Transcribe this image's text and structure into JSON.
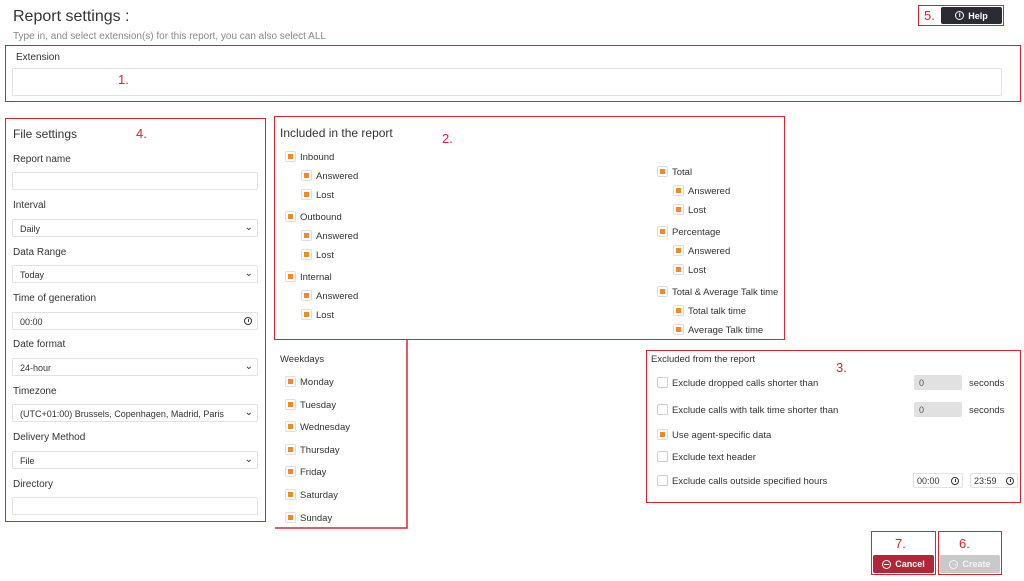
{
  "header": {
    "title": "Report settings :",
    "subtitle": "Type in, and select extension(s) for this report, you can also select ALL",
    "help_label": "Help"
  },
  "markers": [
    "1.",
    "2.",
    "3.",
    "4.",
    "5.",
    "6.",
    "7."
  ],
  "extension": {
    "label": "Extension",
    "value": ""
  },
  "file_settings": {
    "title": "File settings",
    "report_name_label": "Report name",
    "report_name_value": "",
    "interval_label": "Interval",
    "interval_value": "Daily",
    "data_range_label": "Data Range",
    "data_range_value": "Today",
    "time_label": "Time of generation",
    "time_value": "00:00",
    "date_format_label": "Date format",
    "date_format_value": "24-hour",
    "timezone_label": "Timezone",
    "timezone_value": "(UTC+01:00) Brussels, Copenhagen, Madrid, Paris",
    "delivery_label": "Delivery Method",
    "delivery_value": "File",
    "directory_label": "Directory",
    "directory_value": ""
  },
  "included": {
    "title": "Included in the report",
    "left": [
      {
        "label": "Inbound",
        "checked": true,
        "children": [
          {
            "label": "Answered",
            "checked": true
          },
          {
            "label": "Lost",
            "checked": true
          }
        ]
      },
      {
        "label": "Outbound",
        "checked": true,
        "children": [
          {
            "label": "Answered",
            "checked": true
          },
          {
            "label": "Lost",
            "checked": true
          }
        ]
      },
      {
        "label": "Internal",
        "checked": true,
        "children": [
          {
            "label": "Answered",
            "checked": true
          },
          {
            "label": "Lost",
            "checked": true
          }
        ]
      }
    ],
    "right": [
      {
        "label": "Total",
        "checked": true,
        "children": [
          {
            "label": "Answered",
            "checked": true
          },
          {
            "label": "Lost",
            "checked": true
          }
        ]
      },
      {
        "label": "Percentage",
        "checked": true,
        "children": [
          {
            "label": "Answered",
            "checked": true
          },
          {
            "label": "Lost",
            "checked": true
          }
        ]
      },
      {
        "label": "Total & Average Talk time",
        "checked": true,
        "children": [
          {
            "label": "Total talk time",
            "checked": true
          },
          {
            "label": "Average Talk time",
            "checked": true
          }
        ]
      }
    ]
  },
  "weekdays": {
    "title": "Weekdays",
    "days": [
      {
        "label": "Monday",
        "checked": true
      },
      {
        "label": "Tuesday",
        "checked": true
      },
      {
        "label": "Wednesday",
        "checked": true
      },
      {
        "label": "Thursday",
        "checked": true
      },
      {
        "label": "Friday",
        "checked": true
      },
      {
        "label": "Saturday",
        "checked": true
      },
      {
        "label": "Sunday",
        "checked": true
      }
    ]
  },
  "excluded": {
    "title": "Excluded from the report",
    "dropped_label": "Exclude dropped calls shorter than",
    "dropped_value": "0",
    "dropped_unit": "seconds",
    "talk_label": "Exclude calls with talk time shorter than",
    "talk_value": "0",
    "talk_unit": "seconds",
    "agent_label": "Use agent-specific data",
    "agent_checked": true,
    "text_header_label": "Exclude text header",
    "hours_label": "Exclude calls outside specified hours",
    "hours_from": "00:00",
    "hours_to": "23:59"
  },
  "footer": {
    "cancel_label": "Cancel",
    "create_label": "Create"
  },
  "colors": {
    "accent": "#f08a24",
    "marker": "#d9232e",
    "cancel": "#b3253a",
    "create": "#c9c9c9",
    "help": "#2b2b33"
  }
}
